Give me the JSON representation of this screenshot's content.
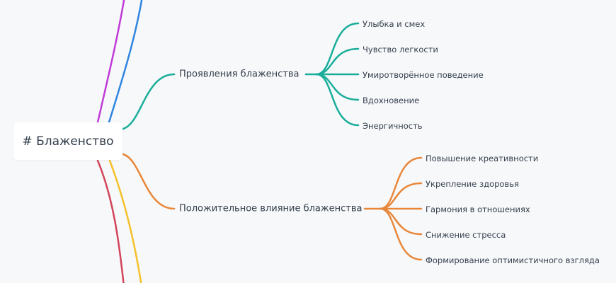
{
  "root": {
    "label": "# Блаженство"
  },
  "colors": {
    "teal": "#1aae9a",
    "orange": "#e8873a",
    "purple": "#c03ad8",
    "blue": "#2f86e0",
    "red": "#d2455a",
    "yellow": "#f5c02a"
  },
  "branches": [
    {
      "label": "Проявления блаженства",
      "color": "#1aae9a",
      "children": [
        "Улыбка и смех",
        "Чувство легкости",
        "Умиротворённое поведение",
        "Вдохновение",
        "Энергичность"
      ]
    },
    {
      "label": "Положительное влияние блаженства",
      "color": "#e8873a",
      "children": [
        "Повышение креативности",
        "Укрепление здоровья",
        "Гармония в отношениях",
        "Снижение стресса",
        "Формирование оптимистичного взгляда"
      ]
    }
  ]
}
